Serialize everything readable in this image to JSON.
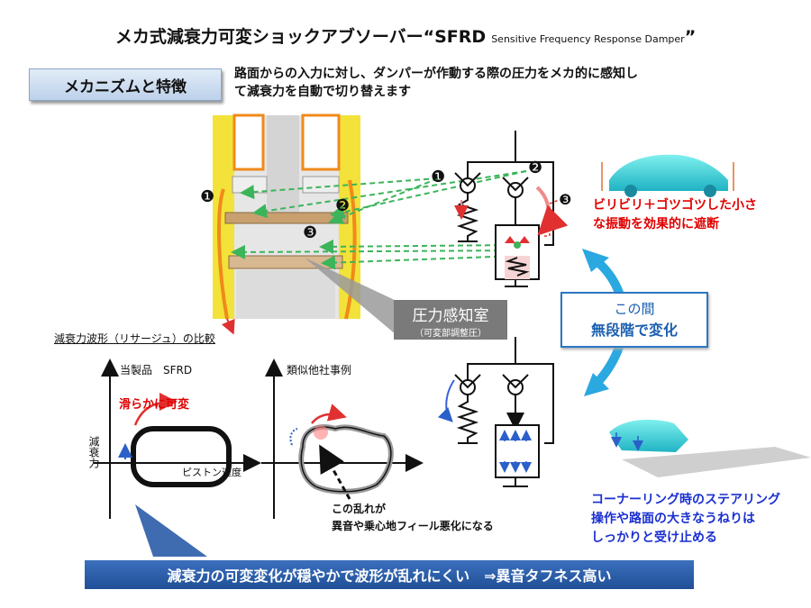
{
  "title": {
    "main": "メカ式減衰力可変ショックアブソーバー“SFRD",
    "sub": "Sensitive Frequency Response Damper",
    "close": "”"
  },
  "mechanism_label": "メカニズムと特徴",
  "intro": [
    "路面からの入力に対し、ダンパーが作動する際の圧力をメカ的に感知し",
    "て減衰力を自動で切り替えます"
  ],
  "markers": [
    "❶",
    "❷",
    "❸"
  ],
  "chamber": {
    "label": "圧力感知室",
    "sub": "（可変部調整圧）"
  },
  "notes": {
    "red": [
      "ビリビリ＋ゴツゴツした小さ",
      "な振動を効果的に遮断"
    ],
    "between": [
      "この間",
      "無段階で変化"
    ],
    "blue": [
      "コーナーリング時のステアリング",
      "操作や路面の大きなうねりは",
      "しっかりと受け止める"
    ]
  },
  "waveform": {
    "title": "減衰力波形（リサージュ）の比較",
    "left_label": "当製品　SFRD",
    "right_label": "類似他社事例",
    "y_axis": "減衰力",
    "x_axis": "ピストン速度",
    "smooth": "滑らかに可変",
    "disorder": [
      "この乱れが",
      "異音や乗心地フィール悪化になる"
    ]
  },
  "conclusion": "減衰力の可変変化が穏やかで波形が乱れにくい　⇒異音タフネス高い",
  "colors": {
    "dash_green": "#3cb45a",
    "red": "#e00000",
    "blue": "#1a5fb0",
    "bar": "#2a5ca8",
    "yellow": "#f2e23a",
    "orange": "#f08a1a"
  }
}
